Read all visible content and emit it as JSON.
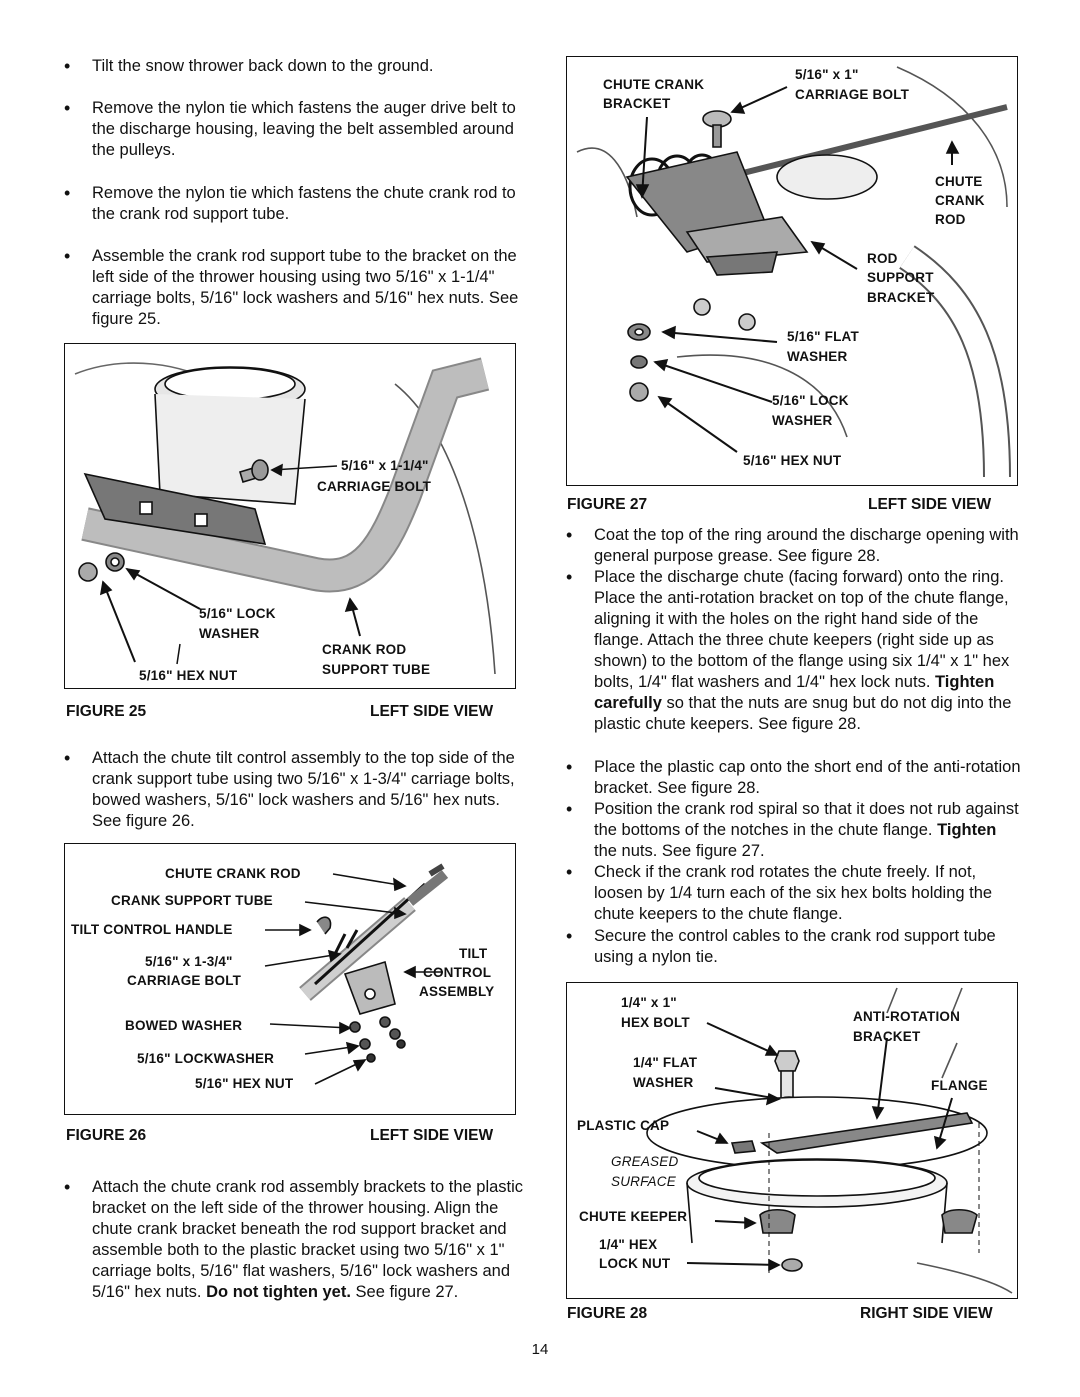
{
  "left_column": {
    "steps_a": [
      "Tilt the snow thrower back down to the ground.",
      "Remove the nylon tie which fastens the auger drive belt to the discharge housing, leaving the belt assembled around the pulleys.",
      "Remove the nylon tie which fastens the chute crank rod to the crank rod support tube.",
      "Assemble the crank rod support tube to the bracket on the left side of the thrower housing using two 5/16\" x 1-1/4\" carriage bolts, 5/16\" lock washers and 5/16\" hex nuts. See figure 25."
    ],
    "step_b": "Attach the chute tilt control assembly to the top side of the crank support tube using two 5/16\" x 1-3/4\" carriage bolts, bowed washers, 5/16\" lock washers and 5/16\" hex nuts. See figure 26.",
    "step_c": {
      "text": "Attach the chute crank rod assembly brackets to the plastic bracket on the left side of the thrower housing. Align the chute crank bracket beneath the rod support bracket and assemble both to the plastic bracket using two 5/16\" x 1\" carriage bolts, 5/16\" flat washers, 5/16\" lock washers and  5/16\" hex nuts.",
      "bold": "Do not tighten yet.",
      "tail": "See figure 27."
    }
  },
  "right_column": {
    "steps": [
      {
        "text": "Coat the top of the ring around the discharge opening with general purpose grease. See figure 28."
      },
      {
        "text": "Place the discharge chute (facing forward) onto the ring. Place the anti-rotation bracket on top of the chute flange, aligning it with the holes on the right hand side of the flange. Attach the three chute keepers (right side up as shown) to the bottom of the flange using six 1/4\" x 1\" hex bolts, 1/4\" flat washers and 1/4\" hex lock nuts.",
        "bold": "Tighten carefully",
        "tail": "so that the nuts are snug but do not dig into the plastic chute keepers. See figure 28."
      },
      {
        "text": "Place the plastic cap onto the short end of the anti-rotation bracket. See figure 28."
      },
      {
        "text": "Position the crank rod spiral so that it does not rub against the bottoms of the notches in the chute flange.",
        "bold": "Tighten",
        "tail": "the nuts. See figure 27."
      },
      {
        "text": "Check if the crank rod rotates the chute freely. If not, loosen by 1/4 turn each of the six hex bolts holding the chute keepers to the chute flange."
      },
      {
        "text": "Secure the control cables to the crank rod support tube using a nylon tie."
      }
    ]
  },
  "figure25": {
    "labels": {
      "bolt1": "5/16\" x 1-1/4\"",
      "bolt2": "CARRIAGE BOLT",
      "washer1": "5/16\" LOCK",
      "washer2": "WASHER",
      "tube1": "CRANK ROD",
      "tube2": "SUPPORT TUBE",
      "nut": "5/16\" HEX NUT"
    },
    "caption_left": "FIGURE  25",
    "caption_right": "LEFT SIDE VIEW"
  },
  "figure26": {
    "labels": {
      "rod": "CHUTE CRANK ROD",
      "tube": "CRANK SUPPORT TUBE",
      "handle": "TILT CONTROL HANDLE",
      "bolt1": "5/16\" x 1-3/4\"",
      "bolt2": "CARRIAGE BOLT",
      "tilt1": "TILT",
      "tilt2": "CONTROL",
      "tilt3": "ASSEMBLY",
      "bowed": "BOWED WASHER",
      "lock": "5/16\" LOCKWASHER",
      "nut": "5/16\" HEX NUT"
    },
    "caption_left": "FIGURE  26",
    "caption_right": "LEFT SIDE VIEW"
  },
  "figure27": {
    "labels": {
      "crank1": "CHUTE CRANK",
      "crank2": "BRACKET",
      "bolt1": "5/16\" x 1\"",
      "bolt2": "CARRIAGE BOLT",
      "rod1": "CHUTE",
      "rod2": "CRANK",
      "rod3": "ROD",
      "sup1": "ROD",
      "sup2": "SUPPORT",
      "sup3": "BRACKET",
      "flat1": "5/16\" FLAT",
      "flat2": "WASHER",
      "lock1": "5/16\" LOCK",
      "lock2": "WASHER",
      "nut": "5/16\" HEX NUT"
    },
    "caption_left": "FIGURE  27",
    "caption_right": "LEFT SIDE VIEW"
  },
  "figure28": {
    "labels": {
      "bolt1": "1/4\" x 1\"",
      "bolt2": "HEX BOLT",
      "anti1": "ANTI-ROTATION",
      "anti2": "BRACKET",
      "flat1": "1/4\" FLAT",
      "flat2": "WASHER",
      "flange": "FLANGE",
      "cap": "PLASTIC CAP",
      "grease1": "GREASED",
      "grease2": "SURFACE",
      "keeper": "CHUTE KEEPER",
      "lock1": "1/4\" HEX",
      "lock2": "LOCK NUT"
    },
    "caption_left": "FIGURE  28",
    "caption_right": "RIGHT SIDE VIEW"
  },
  "page_number": "14"
}
